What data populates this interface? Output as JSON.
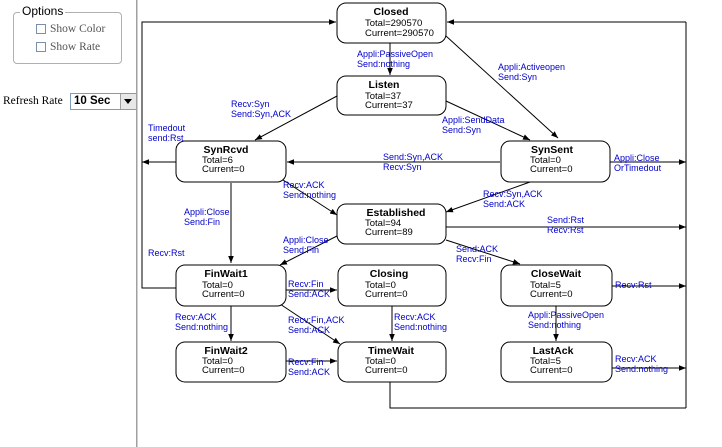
{
  "options": {
    "legend": "Options",
    "show_color": "Show Color",
    "show_rate": "Show Rate"
  },
  "refresh": {
    "label": "Refresh Rate",
    "value": "10 Sec"
  },
  "states": {
    "closed": {
      "name": "Closed",
      "total": "Total=290570",
      "current": "Current=290570"
    },
    "listen": {
      "name": "Listen",
      "total": "Total=37",
      "current": "Current=37"
    },
    "synrcvd": {
      "name": "SynRcvd",
      "total": "Total=6",
      "current": "Current=0"
    },
    "synsent": {
      "name": "SynSent",
      "total": "Total=0",
      "current": "Current=0"
    },
    "established": {
      "name": "Established",
      "total": "Total=94",
      "current": "Current=89"
    },
    "finwait1": {
      "name": "FinWait1",
      "total": "Total=0",
      "current": "Current=0"
    },
    "closing": {
      "name": "Closing",
      "total": "Total=0",
      "current": "Current=0"
    },
    "closewait": {
      "name": "CloseWait",
      "total": "Total=5",
      "current": "Current=0"
    },
    "finwait2": {
      "name": "FinWait2",
      "total": "Total=0",
      "current": "Current=0"
    },
    "timewait": {
      "name": "TimeWait",
      "total": "Total=0",
      "current": "Current=0"
    },
    "lastack": {
      "name": "LastAck",
      "total": "Total=5",
      "current": "Current=0"
    }
  },
  "labels": {
    "passive_open": [
      "Appli:PassiveOpen",
      "Send:nothing"
    ],
    "active_open": [
      "Appli:Activeopen",
      "Send:Syn"
    ],
    "recv_syn": [
      "Recv:Syn",
      "Send:Syn,ACK"
    ],
    "send_data": [
      "Appli:SendData",
      "Send:Syn"
    ],
    "timedout": [
      "Timedout",
      "send:Rst"
    ],
    "send_syn_ack": [
      "Send:Syn,ACK",
      "Recv:Syn"
    ],
    "appli_close_synsent": [
      "Appli:Close",
      "OrTimedout"
    ],
    "recv_ack_nothing": [
      "Recv:ACK",
      "Send:nothing"
    ],
    "recv_syn_ack": [
      "Recv:Syn,ACK",
      "Send:ACK"
    ],
    "appli_close_fin_1": [
      "Appli:Close",
      "Send:Fin"
    ],
    "send_rst_recv_rst": [
      "Send:Rst",
      "Recv:Rst"
    ],
    "appli_close_fin_2": [
      "Appli:Close",
      "Send:Fin"
    ],
    "recv_rst": [
      "Recv:Rst"
    ],
    "send_ack_recv_fin": [
      "Send:ACK",
      "Recv:Fin"
    ],
    "recv_fin_send_ack_1": [
      "Recv:Fin",
      "Send:ACK"
    ],
    "recv_rst_closewait": [
      "Recv:Rst"
    ],
    "recv_ack_nothing_2": [
      "Recv:ACK",
      "Send:nothing"
    ],
    "recv_fin_ack": [
      "Recv:Fin,ACK",
      "Send:ACK"
    ],
    "recv_ack_nothing_3": [
      "Recv:ACK",
      "Send:nothing"
    ],
    "passive_open_2": [
      "Appli:PassiveOpen",
      "Send:nothing"
    ],
    "recv_fin_send_ack_2": [
      "Recv:Fin",
      "Send:ACK"
    ],
    "recv_ack_nothing_4": [
      "Recv:ACK",
      "Send:nothing"
    ]
  }
}
